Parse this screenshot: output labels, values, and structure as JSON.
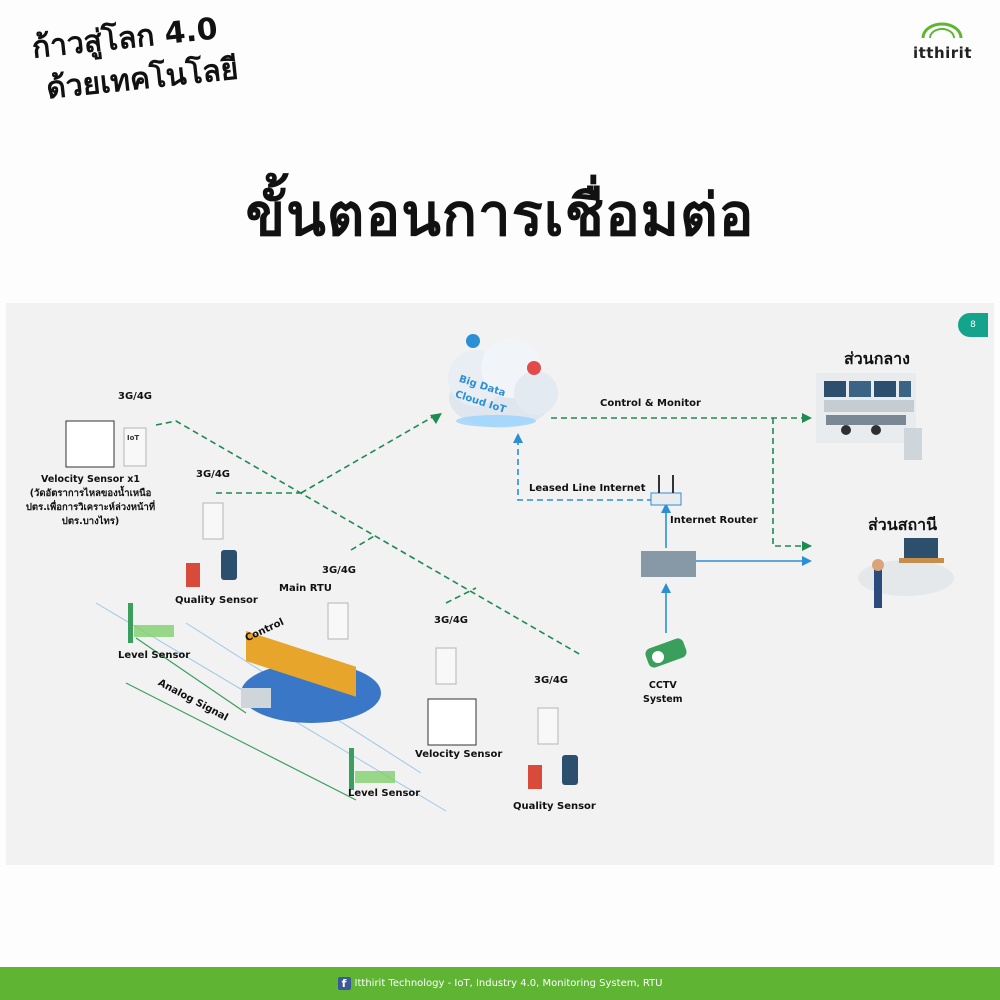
{
  "slogan": {
    "line1": "ก้าวสู่โลก 4.0",
    "line2": "ด้วยเทคโนโลยี"
  },
  "logo": {
    "text": "itthirit"
  },
  "heading": "ขั้นตอนการเชื่อมต่อ",
  "page_number": "8",
  "diagram": {
    "cloud_label_1": "Big Data",
    "cloud_label_2": "Cloud IoT",
    "control_monitor": "Control & Monitor",
    "leased_line": "Leased Line Internet",
    "internet_router": "Internet Router",
    "cctv_1": "CCTV",
    "cctv_2": "System",
    "center": "ส่วนกลาง",
    "station": "ส่วนสถานี",
    "velocity_sensor_x1": "Velocity Sensor x1",
    "velocity_desc_1": "(วัดอัตราการไหลของน้ำเหนือ",
    "velocity_desc_2": "ปตร.เพื่อการวิเคราะห์ล่วงหน้าที่",
    "velocity_desc_3": "ปตร.บางไทร)",
    "quality_sensor_1": "Quality Sensor",
    "quality_sensor_2": "Quality Sensor",
    "velocity_sensor_2": "Velocity Sensor",
    "main_rtu": "Main RTU",
    "control": "Control",
    "level_sensor_1": "Level Sensor",
    "level_sensor_2": "Level Sensor",
    "analog_signal": "Analog Signal",
    "net_1": "3G/4G",
    "net_2": "3G/4G",
    "net_3": "3G/4G",
    "net_4": "3G/4G",
    "net_5": "3G/4G",
    "iot": "IoT"
  },
  "footer": {
    "text": "Itthirit Technology - IoT, Industry 4.0, Monitoring System, RTU"
  },
  "colors": {
    "dash_green": "#1f8a52",
    "blue": "#2b8fd6",
    "footer_green": "#5fb533",
    "badge": "#14a38b"
  }
}
